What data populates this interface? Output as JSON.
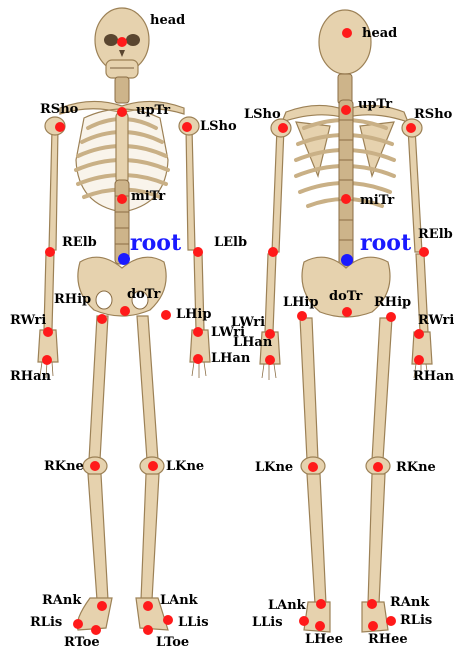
{
  "colors": {
    "joint": "#ff1a1a",
    "root": "#1a1aff",
    "bone": "#e6d2ae"
  },
  "front": {
    "head": "head",
    "upTr": "upTr",
    "miTr": "miTr",
    "doTr": "doTr",
    "root": "root",
    "rsho": "RSho",
    "lsho": "LSho",
    "relb": "RElb",
    "lelb": "LElb",
    "rhip": "RHip",
    "lhip": "LHip",
    "rwri": "RWri",
    "lwri": "LWri",
    "rhan": "RHan",
    "lhan": "LHan",
    "rkne": "RKne",
    "lkne": "LKne",
    "rank": "RAnk",
    "lank": "LAnk",
    "rlis": "RLis",
    "llis": "LLis",
    "rtoe": "RToe",
    "ltoe": "LToe"
  },
  "back": {
    "head": "head",
    "upTr": "upTr",
    "miTr": "miTr",
    "doTr": "doTr",
    "root": "root",
    "lsho": "LSho",
    "rsho": "RSho",
    "relb": "RElb",
    "lhip": "LHip",
    "rhip": "RHip",
    "lwri": "LWri",
    "rwri": "RWri",
    "lhan": "LHan",
    "rhan": "RHan",
    "lkne": "LKne",
    "rkne": "RKne",
    "lank": "LAnk",
    "rank": "RAnk",
    "llis": "LLis",
    "rlis": "RLis",
    "lhee": "LHee",
    "rhee": "RHee"
  }
}
